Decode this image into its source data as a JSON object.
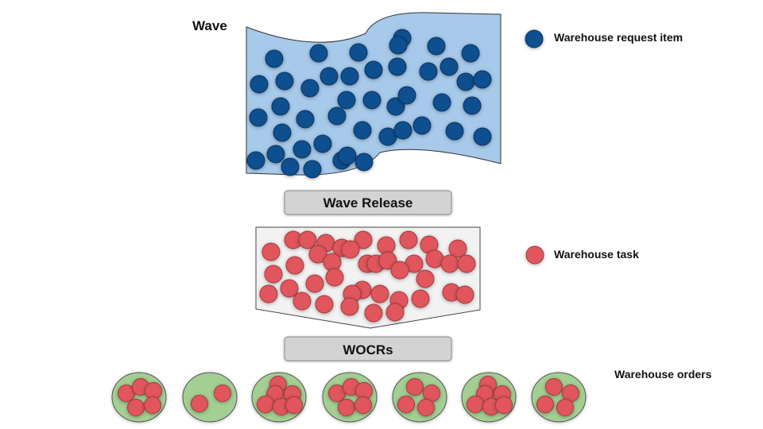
{
  "labels": {
    "wave": "Wave",
    "wave_release": "Wave Release",
    "wocrs": "WOCRs",
    "warehouse_orders": "Warehouse orders"
  },
  "legend": {
    "request_item": "Warehouse request item",
    "task": "Warehouse task"
  },
  "colors": {
    "request_item": "#0d4f8f",
    "task": "#e0575c",
    "wave_fill": "#a7c9ea",
    "order_fill": "#a3cf93",
    "bar_fill": "#d3d3d3",
    "funnel_fill": "#f2f2f2"
  },
  "warehouse_orders": [
    {
      "task_count": 5
    },
    {
      "task_count": 2
    },
    {
      "task_count": 6
    },
    {
      "task_count": 5
    },
    {
      "task_count": 4
    },
    {
      "task_count": 6
    },
    {
      "task_count": 4
    }
  ]
}
